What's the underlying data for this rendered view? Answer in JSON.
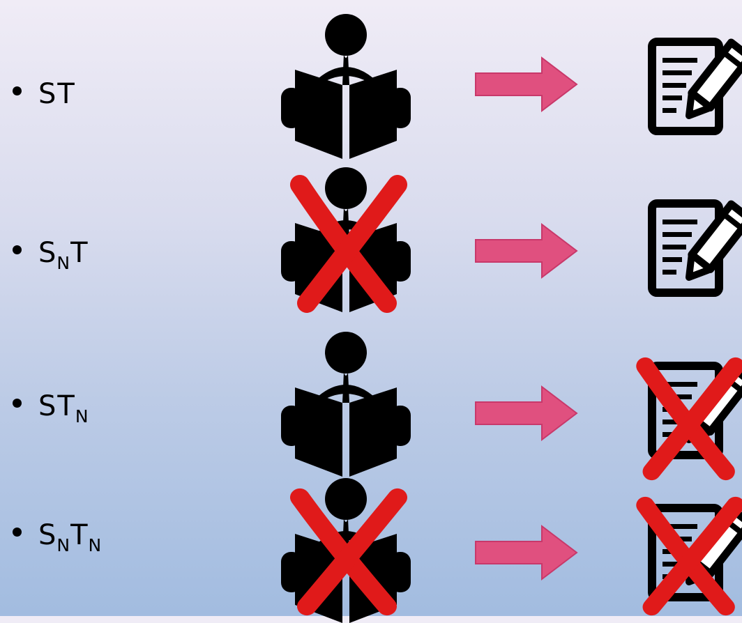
{
  "rows": [
    {
      "label": {
        "main": "S",
        "sub": "",
        "main2": "T",
        "sub2": ""
      },
      "reader_crossed": false,
      "doc_crossed": false
    },
    {
      "label": {
        "main": "S",
        "sub": "N",
        "main2": "T",
        "sub2": ""
      },
      "reader_crossed": true,
      "doc_crossed": false
    },
    {
      "label": {
        "main": "S",
        "sub": "",
        "main2": "T",
        "sub2": "N"
      },
      "reader_crossed": false,
      "doc_crossed": true
    },
    {
      "label": {
        "main": "S",
        "sub": "N",
        "main2": "T",
        "sub2": "N"
      },
      "reader_crossed": true,
      "doc_crossed": true
    }
  ],
  "icons": {
    "reader": "person-reading-book-icon",
    "arrow": "right-arrow-icon",
    "document": "document-with-pen-icon",
    "cross": "red-x-cross-icon"
  },
  "colors": {
    "arrow_fill": "#e0507f",
    "arrow_stroke": "#c8386a",
    "cross": "#e01a1a",
    "icon": "#000000"
  }
}
